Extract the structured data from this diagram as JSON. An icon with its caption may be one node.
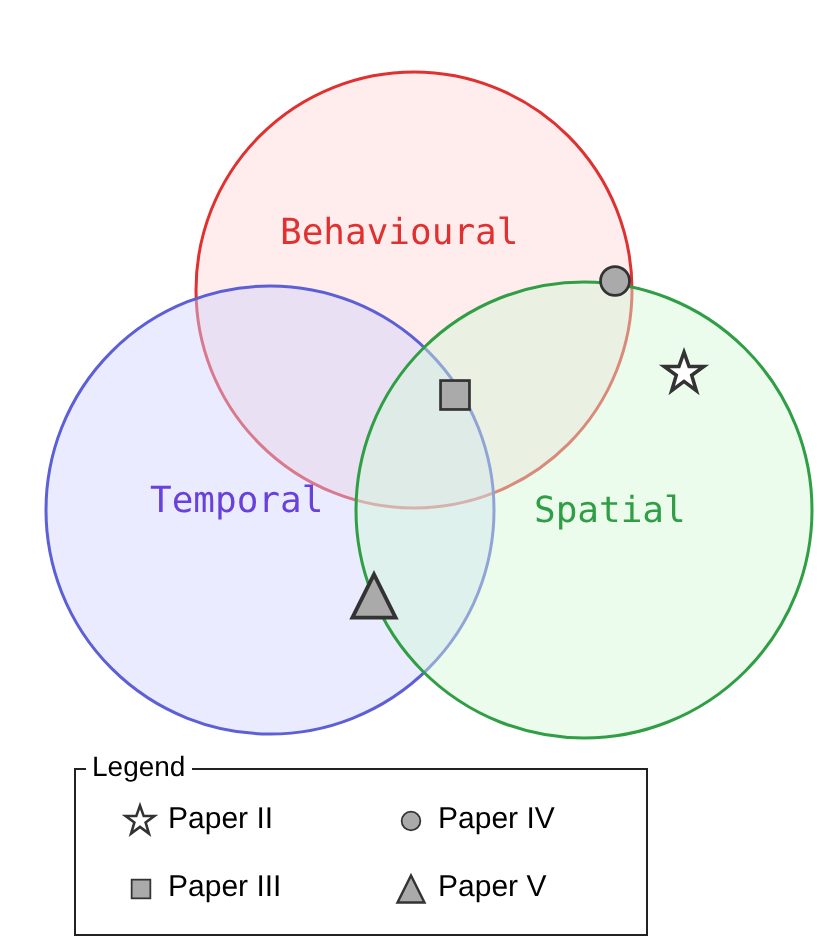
{
  "diagram": {
    "nodes": [
      {
        "text": [
          "Behavioural"
        ]
      },
      {
        "text": [
          "Temporal"
        ]
      },
      {
        "text": [
          "Spatial"
        ]
      }
    ],
    "edges": [],
    "labels": [
      "Legend"
    ],
    "legend": [
      {
        "text": "Paper II"
      },
      {
        "text": "Paper IV"
      },
      {
        "text": "Paper III"
      },
      {
        "text": "Paper V"
      }
    ]
  }
}
